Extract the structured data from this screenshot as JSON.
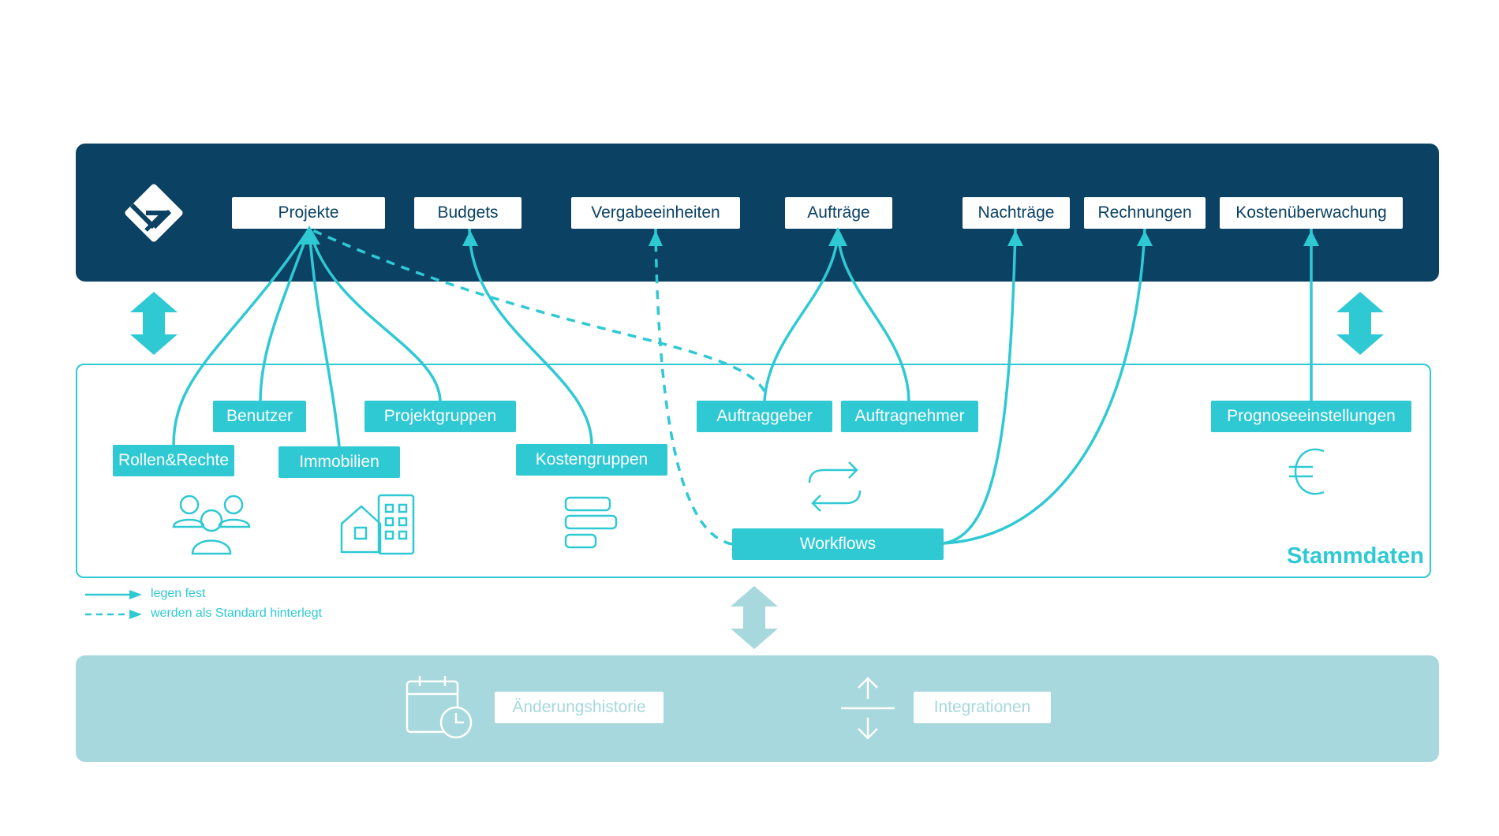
{
  "colors": {
    "navy": "#0b4263",
    "teal": "#2fc9d4",
    "light_teal": "#a7d8dd",
    "white": "#ffffff"
  },
  "top_modules": {
    "projekte": "Projekte",
    "budgets": "Budgets",
    "vergabeeinheiten": "Vergabeeinheiten",
    "auftraege": "Aufträge",
    "nachtraege": "Nachträge",
    "rechnungen": "Rechnungen",
    "kostenueberwachung": "Kostenüberwachung"
  },
  "stammdaten": {
    "title": "Stammdaten",
    "items": {
      "benutzer": "Benutzer",
      "projektgruppen": "Projektgruppen",
      "rollen_rechte": "Rollen&Rechte",
      "immobilien": "Immobilien",
      "kostengruppen": "Kostengruppen",
      "auftraggeber": "Auftraggeber",
      "auftragnehmer": "Auftragnehmer",
      "workflows": "Workflows",
      "prognoseeinstellungen": "Prognoseeinstellungen"
    }
  },
  "legend": {
    "solid": "legen fest",
    "dashed": "werden als Standard hinterlegt"
  },
  "bottom": {
    "aenderungshistorie": "Änderungshistorie",
    "integrationen": "Integrationen"
  },
  "icons": [
    "logo-icon",
    "users-icon",
    "buildings-icon",
    "stack-icon",
    "cycle-arrows-icon",
    "euro-icon",
    "calendar-clock-icon",
    "up-down-arrows-icon",
    "double-arrow-icon"
  ]
}
